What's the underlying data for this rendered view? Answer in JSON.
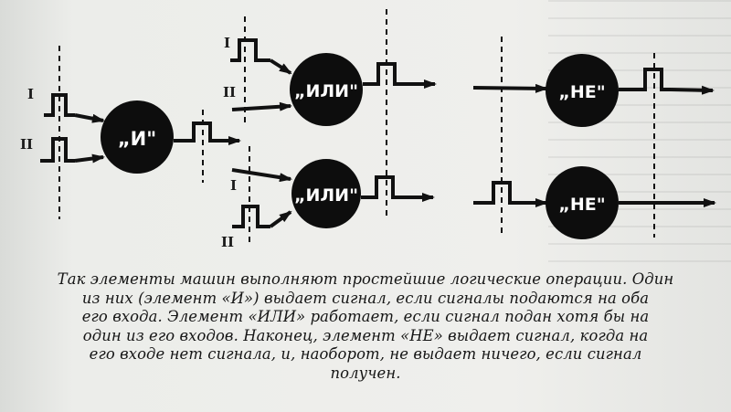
{
  "diagram": {
    "gates": [
      {
        "id": "and",
        "label": "„И\""
      },
      {
        "id": "or_top",
        "label": "„ИЛИ\""
      },
      {
        "id": "or_bottom",
        "label": "„ИЛИ\""
      },
      {
        "id": "not_top",
        "label": "„НЕ\""
      },
      {
        "id": "not_bottom",
        "label": "„НЕ\""
      }
    ],
    "input_labels": {
      "and_1": "I",
      "and_2": "II",
      "or_top_1": "I",
      "or_top_2": "II",
      "or_bottom_1": "I",
      "or_bottom_2": "II"
    }
  },
  "caption": {
    "line1": "Так элементы машин выполняют простейшие логические операции. Один",
    "line2": "из них (элемент «И») выдает сигнал, если сигналы подаются на оба",
    "line3": "его входа. Элемент «ИЛИ» работает, если сигнал подан хотя бы на",
    "line4": "один из его входов. Наконец, элемент «НЕ» выдает сигнал, когда на",
    "line5": "его входе нет сигнала, и, наоборот, не выдает ничего, если сигнал",
    "line6": "получен."
  },
  "colors": {
    "ink": "#111111",
    "paper": "#ececea",
    "gate_text": "#ffffff"
  }
}
